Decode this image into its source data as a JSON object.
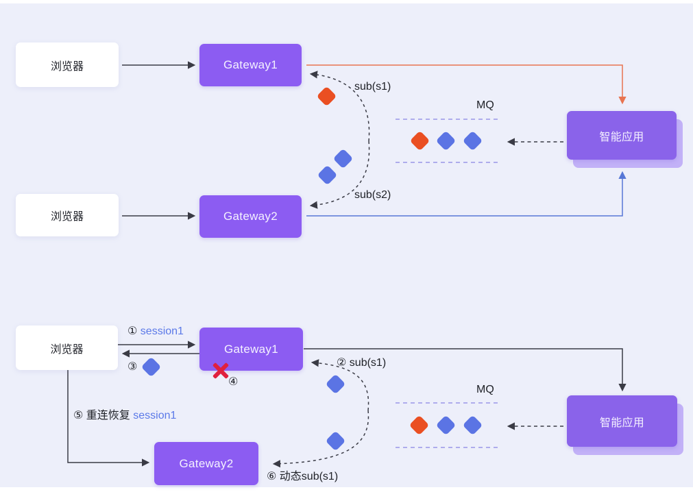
{
  "top_diagram": {
    "browser1": "浏览器",
    "browser2": "浏览器",
    "gateway1": "Gateway1",
    "gateway2": "Gateway2",
    "app": "智能应用",
    "mq_label": "MQ",
    "sub_s1_label": "sub(s1)",
    "sub_s2_label": "sub(s2)"
  },
  "bottom_diagram": {
    "browser": "浏览器",
    "gateway1": "Gateway1",
    "gateway2": "Gateway2",
    "app": "智能应用",
    "mq_label": "MQ",
    "step1_num": "①",
    "step1_session": "session1",
    "step2_label": "② sub(s1)",
    "step3_num": "③",
    "step4_num": "④",
    "step5_text": "⑤ 重连恢复",
    "step5_session": "session1",
    "step6_label": "⑥ 动态sub(s1)"
  },
  "colors": {
    "background": "#edeffa",
    "gateway_purple": "#8c5cf2",
    "app_purple": "#8a63ea",
    "app_shadow_purple": "#a88bf5",
    "message_orange": "#ea4f22",
    "message_blue": "#5b74e4",
    "orange_wire": "#e87450",
    "blue_wire": "#5677d6",
    "dark_wire": "#3a3b45",
    "mq_dash_purple": "#9a96e8",
    "session_text_blue": "#5b79e8",
    "error_red": "#e0203e"
  }
}
